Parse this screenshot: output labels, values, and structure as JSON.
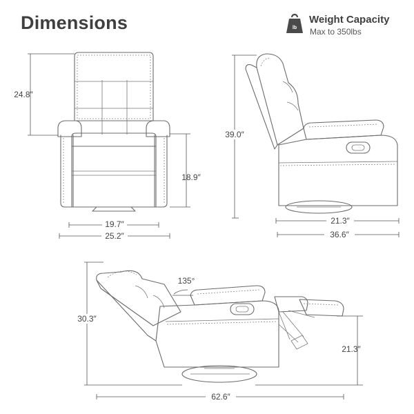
{
  "title": "Dimensions",
  "weight_capacity": {
    "icon": "weight-icon",
    "icon_text": "lb",
    "title": "Weight Capacity",
    "subtitle": "Max to 350lbs"
  },
  "front_view": {
    "height_back": "24.8″",
    "seat_height": "18.9″",
    "seat_width": "19.7″",
    "overall_width": "25.2″"
  },
  "side_view": {
    "overall_height": "39.0″",
    "seat_depth": "21.3″",
    "overall_depth": "36.6″"
  },
  "reclined_view": {
    "recline_angle": "135°",
    "overall_height": "30.3″",
    "footrest_height": "21.3″",
    "overall_length": "62.6″"
  }
}
